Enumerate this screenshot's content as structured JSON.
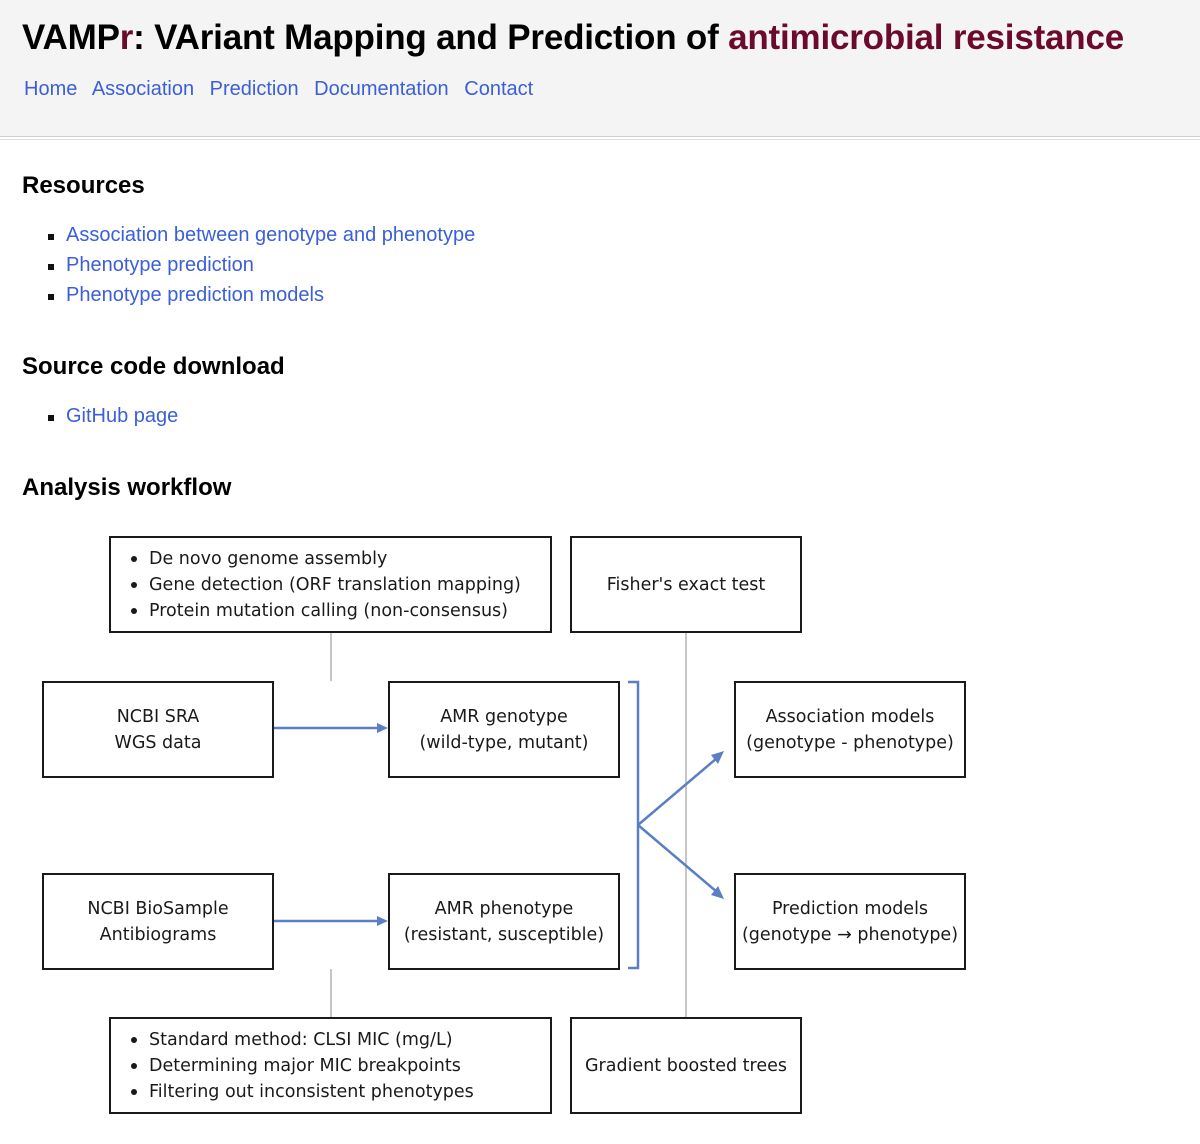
{
  "header": {
    "title_main": "VAMP",
    "title_r": "r",
    "title_rest": ": VAriant Mapping and Prediction of ",
    "title_accent": "antimicrobial resistance",
    "nav": [
      "Home",
      "Association",
      "Prediction",
      "Documentation",
      "Contact"
    ]
  },
  "resources": {
    "title": "Resources",
    "links": [
      "Association between genotype and phenotype",
      "Phenotype prediction",
      "Phenotype prediction models"
    ]
  },
  "source": {
    "title": "Source code download",
    "links": [
      "GitHub page"
    ]
  },
  "workflow": {
    "title": "Analysis workflow",
    "genotype_methods": [
      "De novo genome assembly",
      "Gene detection (ORF translation mapping)",
      "Protein mutation calling (non-consensus)"
    ],
    "fisher": "Fisher's exact test",
    "ncbi_sra": [
      "NCBI SRA",
      "WGS data"
    ],
    "amr_genotype": [
      "AMR genotype",
      "(wild-type, mutant)"
    ],
    "association_models": [
      "Association models",
      "(genotype - phenotype)"
    ],
    "ncbi_biosample": [
      "NCBI BioSample",
      "Antibiograms"
    ],
    "amr_phenotype": [
      "AMR phenotype",
      "(resistant, susceptible)"
    ],
    "prediction_models": [
      "Prediction models",
      "(genotype → phenotype)"
    ],
    "phenotype_methods": [
      "Standard method: CLSI MIC (mg/L)",
      "Determining major MIC breakpoints",
      "Filtering out inconsistent phenotypes"
    ],
    "gbt": "Gradient boosted trees"
  },
  "colors": {
    "accent": "#6b0a2c",
    "link": "#3a5fd8",
    "arrow": "#5b7fc4"
  }
}
